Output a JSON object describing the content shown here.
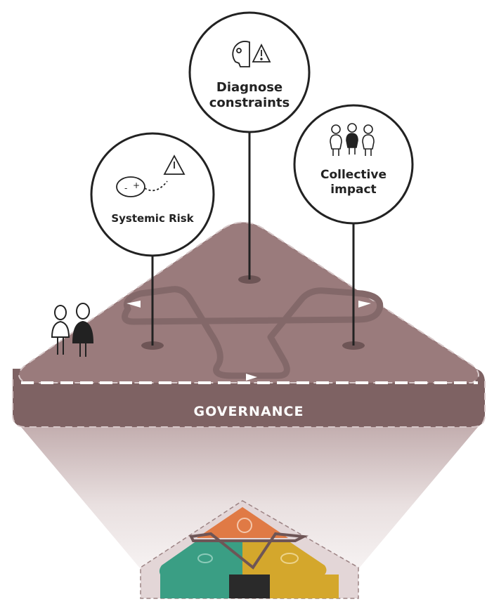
{
  "governance": {
    "label": "GOVERNANCE"
  },
  "nodes": {
    "diagnose": {
      "line1": "Diagnose",
      "line2": "constraints",
      "icon": "head-warning-icon"
    },
    "systemic": {
      "line1": "Systemic Risk",
      "icon": "cycle-warning-icon"
    },
    "collective": {
      "line1": "Collective",
      "line2": "impact",
      "icon": "group-people-icon"
    }
  },
  "colors": {
    "platform_top": "#9a7b7c",
    "platform_side": "#7e6263",
    "track": "#836869",
    "beam_light": "#f1ecec",
    "beam_dark": "#c9b7b8",
    "mini_orange": "#e07a45",
    "mini_teal": "#3a9e84",
    "mini_gold": "#d4a72c",
    "mini_black": "#2a2a2a"
  },
  "people_icon": "two-people-icon"
}
